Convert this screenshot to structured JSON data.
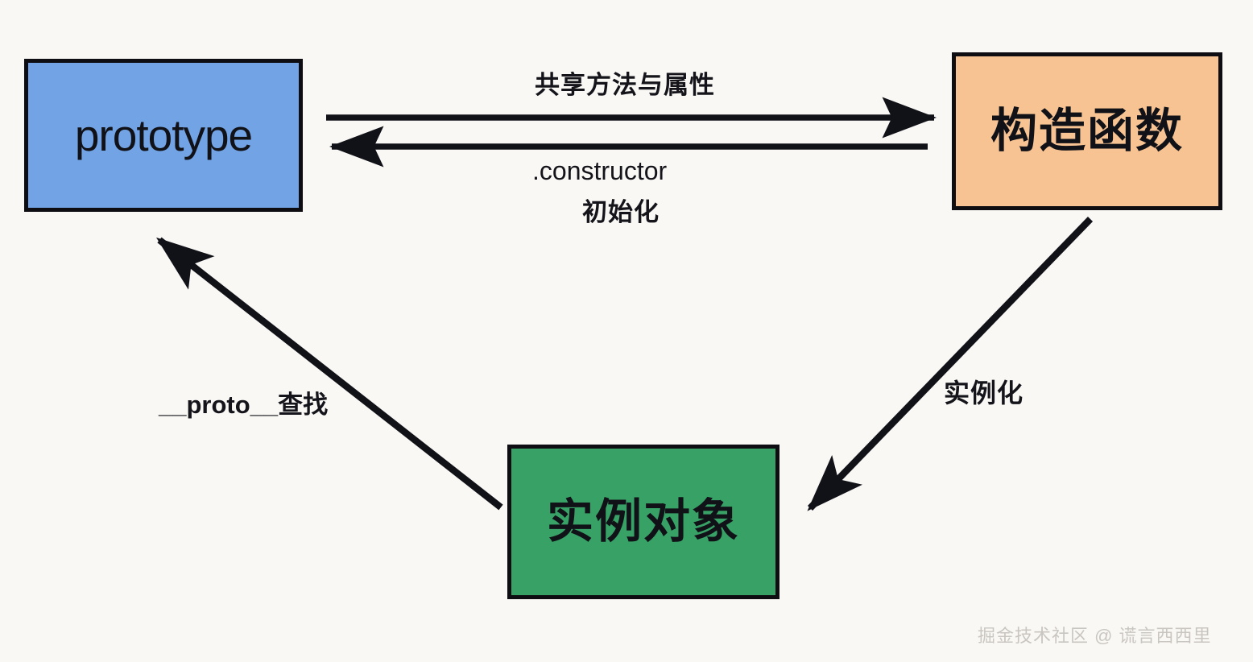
{
  "diagram": {
    "title": "JavaScript prototype relationship diagram",
    "background_color": "#faf8f4",
    "nodes": [
      {
        "id": "prototype",
        "label": "prototype",
        "fill": "#72a3e4",
        "border": "#0d0d12"
      },
      {
        "id": "constructor_function",
        "label": "构造函数",
        "fill": "#f7c392",
        "border": "#0d0d12"
      },
      {
        "id": "instance_object",
        "label": "实例对象",
        "fill": "#37a166",
        "border": "#0d0d12"
      }
    ],
    "edges": [
      {
        "id": "share",
        "label": "共享方法与属性",
        "from": "prototype",
        "to": "constructor_function",
        "direction": "right"
      },
      {
        "id": "constructor",
        "label": ".constructor",
        "from": "constructor_function",
        "to": "prototype",
        "direction": "left"
      },
      {
        "id": "init",
        "label": "初始化",
        "from": "constructor_function",
        "to": "prototype",
        "direction": "left"
      },
      {
        "id": "proto_lookup",
        "label": "__proto__查找",
        "from": "instance_object",
        "to": "prototype",
        "direction": "up-left"
      },
      {
        "id": "instantiate",
        "label": "实例化",
        "from": "constructor_function",
        "to": "instance_object",
        "direction": "down-left"
      }
    ],
    "watermark": "掘金技术社区 @ 谎言西西里"
  }
}
